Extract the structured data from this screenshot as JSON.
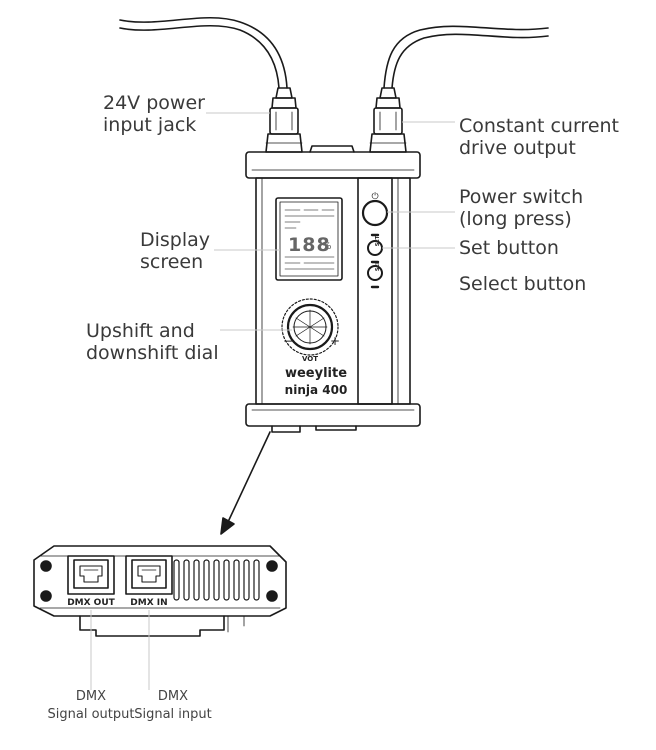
{
  "labels": {
    "input_jack": [
      "24V power",
      "input jack"
    ],
    "display_screen": [
      "Display",
      "screen"
    ],
    "dial": [
      "Upshift and",
      "downshift dial"
    ],
    "constant_current": [
      "Constant current",
      "drive output"
    ],
    "power_switch": [
      "Power switch",
      "(long press)"
    ],
    "set_button": [
      "Set button"
    ],
    "select_button": [
      "Select button"
    ],
    "dmx_output": [
      "DMX",
      "Signal output"
    ],
    "dmx_input": [
      "DMX",
      "Signal input"
    ]
  },
  "device": {
    "brand": "weeylite",
    "model": "ninja 400",
    "dial_label": "VOT",
    "dial_minus": "−",
    "dial_plus": "+",
    "display_digits": "188",
    "display_unit": "%",
    "power_glyph": "⏻",
    "panel_button_labels": [
      "SET",
      "SEL"
    ]
  },
  "connector_panel": {
    "port_out_label": "DMX OUT",
    "port_in_label": "DMX IN"
  },
  "colors": {
    "line": "#1a1a1a",
    "leader": "#c8c8c8",
    "label_text": "#3a3a3a"
  }
}
